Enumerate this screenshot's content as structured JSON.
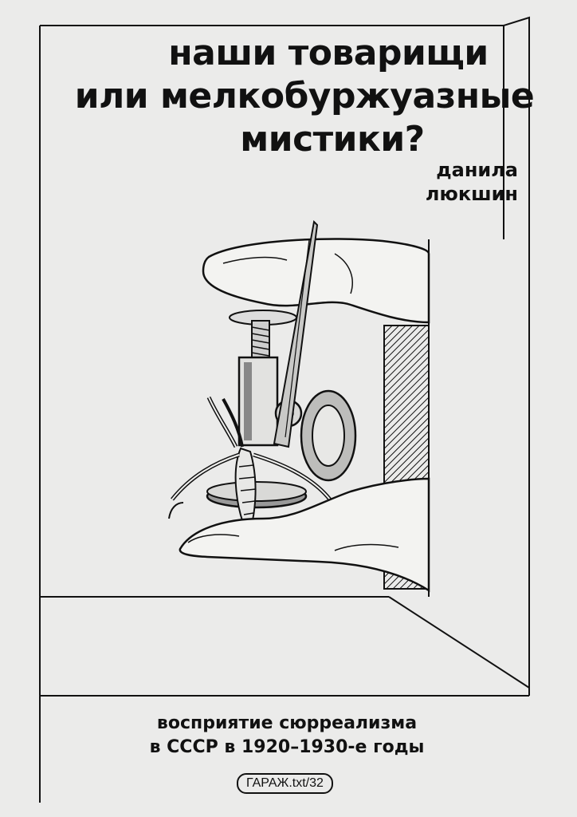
{
  "cover": {
    "title_lines": [
      "наши товарищи",
      "или мелкобуржуазные",
      "мистики?"
    ],
    "author_lines": [
      "данила",
      "люкшин"
    ],
    "subtitle_lines": [
      "восприятие сюрреализма",
      "в СССР в 1920–1930-е годы"
    ],
    "series_label": "ГАРАЖ.txt/32"
  },
  "colors": {
    "background": "#ebebea",
    "ink": "#111111"
  },
  "illustration": {
    "name": "hand-holding-magnifier-with-insect-engraving"
  }
}
